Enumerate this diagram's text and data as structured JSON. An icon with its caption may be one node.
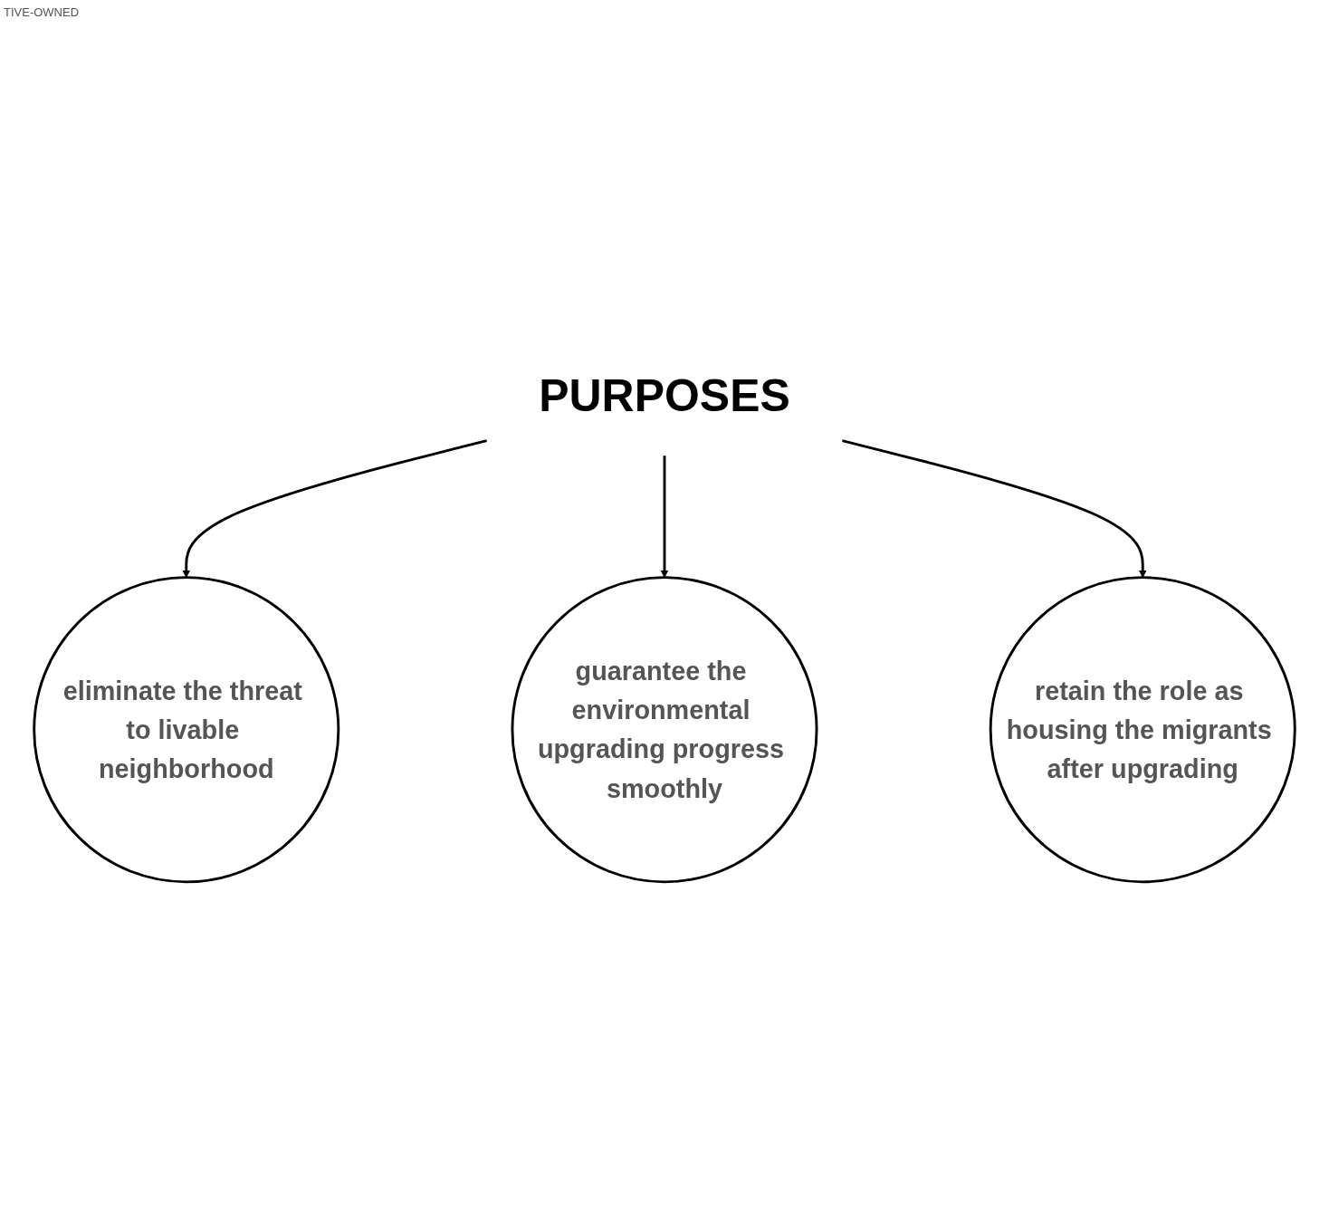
{
  "diagram": {
    "nodes": [
      {
        "text": [
          "PURPOSES"
        ]
      },
      {
        "text": [
          "eliminate the threat to livable neighborhood"
        ]
      },
      {
        "text": [
          "guarantee the environmental upgrading progress smoothly"
        ]
      },
      {
        "text": [
          "retain the role as housing the migrants after upgrading"
        ]
      }
    ],
    "edges": [
      {
        "from": 0,
        "to": 1,
        "arrow": "to"
      },
      {
        "from": 0,
        "to": 2,
        "arrow": "to"
      },
      {
        "from": 0,
        "to": 3,
        "arrow": "to"
      }
    ],
    "labels": [
      "TIVE-OWNED"
    ]
  }
}
